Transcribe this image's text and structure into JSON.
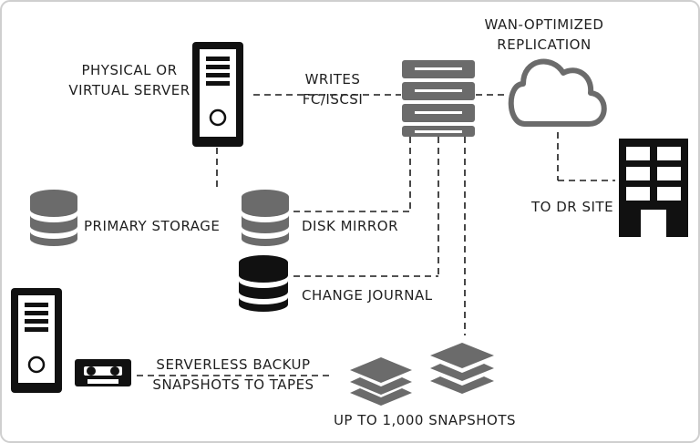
{
  "labels": {
    "physical_server": [
      "PHYSICAL OR",
      "VIRTUAL SERVER"
    ],
    "writes": [
      "WRITES",
      "FC/ISCSI"
    ],
    "wan": [
      "WAN-OPTIMIZED",
      "REPLICATION"
    ],
    "primary_storage": "PRIMARY STORAGE",
    "disk_mirror": "DISK MIRROR",
    "change_journal": "CHANGE JOURNAL",
    "to_dr_site": "TO DR SITE",
    "serverless_backup": [
      "SERVERLESS BACKUP",
      "SNAPSHOTS TO TAPES"
    ],
    "snapshots": "UP TO 1,000 SNAPSHOTS"
  },
  "icons": {
    "server": "server-tower-icon",
    "appliance": "storage-appliance-icon",
    "cloud": "cloud-icon",
    "building": "dr-site-building-icon",
    "database": "database-icon",
    "tape": "tape-cartridge-icon",
    "layers": "snapshot-layers-icon"
  },
  "colors": {
    "background": "#ffffff",
    "frame": "#cfcfcf",
    "dark": "#111111",
    "gray": "#6b6b6b",
    "line": "#1a1a1a"
  }
}
